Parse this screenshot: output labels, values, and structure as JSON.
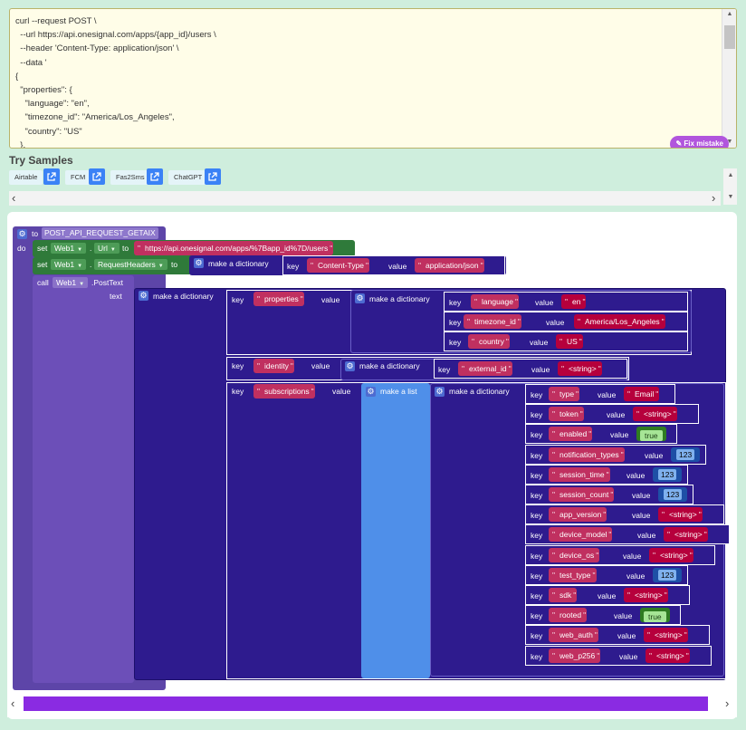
{
  "curl": {
    "lines": [
      "curl --request POST \\",
      "  --url https://api.onesignal.com/apps/{app_id}/users \\",
      "  --header 'Content-Type: application/json' \\",
      "  --data '",
      "{",
      "  \"properties\": {",
      "    \"language\": \"en\",",
      "    \"timezone_id\": \"America/Los_Angeles\",",
      "    \"country\": \"US\"",
      "  },"
    ],
    "fix_label": "Fix mistake"
  },
  "samples": {
    "title": "Try Samples",
    "items": [
      {
        "label": "Airtable"
      },
      {
        "label": "FCM"
      },
      {
        "label": "Fas2Sms"
      },
      {
        "label": "ChatGPT"
      }
    ]
  },
  "blocks": {
    "to_label": "to",
    "proc_name": "POST_API_REQUEST_GETAIX",
    "do_label": "do",
    "set_label": "set",
    "to2_label": "to",
    "component": "Web1",
    "url_prop": "Url",
    "headers_prop": "RequestHeaders",
    "url_value": "https://api.onesignal.com/apps/%7Bapp_id%7D/users",
    "call_label": "call",
    "method": ".PostText",
    "text_label": "text",
    "make_dict": "make a dictionary",
    "make_list": "make a list",
    "key_label": "key",
    "value_label": "value",
    "header_key": "Content-Type",
    "header_val": "application/json",
    "properties_key": "properties",
    "props": [
      {
        "key": "language",
        "value": "en"
      },
      {
        "key": "timezone_id",
        "value": "America/Los_Angeles"
      },
      {
        "key": "country",
        "value": "US"
      }
    ],
    "identity_key": "identity",
    "identity_item": {
      "key": "external_id",
      "value": "<string>"
    },
    "subscriptions_key": "subscriptions",
    "subs": [
      {
        "key": "type",
        "value": "Email",
        "kind": "str"
      },
      {
        "key": "token",
        "value": "<string>",
        "kind": "str"
      },
      {
        "key": "enabled",
        "value": "true",
        "kind": "bool"
      },
      {
        "key": "notification_types",
        "value": "123",
        "kind": "num"
      },
      {
        "key": "session_time",
        "value": "123",
        "kind": "num"
      },
      {
        "key": "session_count",
        "value": "123",
        "kind": "num"
      },
      {
        "key": "app_version",
        "value": "<string>",
        "kind": "str"
      },
      {
        "key": "device_model",
        "value": "<string>",
        "kind": "str"
      },
      {
        "key": "device_os",
        "value": "<string>",
        "kind": "str"
      },
      {
        "key": "test_type",
        "value": "123",
        "kind": "num"
      },
      {
        "key": "sdk",
        "value": "<string>",
        "kind": "str"
      },
      {
        "key": "rooted",
        "value": "true",
        "kind": "bool"
      },
      {
        "key": "web_auth",
        "value": "<string>",
        "kind": "str"
      },
      {
        "key": "web_p256",
        "value": "<string>",
        "kind": "str"
      }
    ]
  },
  "icons": {
    "external": "external-link-icon",
    "gear": "gear-icon",
    "scroll_left": "chevron-left-icon",
    "scroll_right": "chevron-right-icon",
    "scroll_up": "chevron-up-icon",
    "scroll_down": "chevron-down-icon"
  }
}
